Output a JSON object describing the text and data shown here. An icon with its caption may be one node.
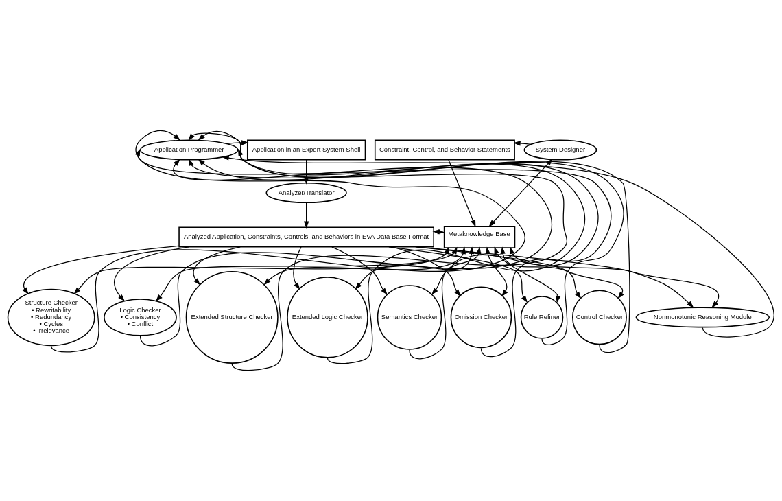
{
  "diagram": {
    "nodes": [
      {
        "text": [
          "Application Programmer"
        ]
      },
      {
        "text": [
          "Application in an Expert System Shell"
        ]
      },
      {
        "text": [
          "Constraint, Control, and Behavior Statements"
        ]
      },
      {
        "text": [
          "System Designer"
        ]
      },
      {
        "text": [
          "Analyzer/Translator"
        ]
      },
      {
        "text": [
          "Analyzed Application, Constraints, Controls, and Behaviors in EVA Data Base Format"
        ]
      },
      {
        "text": [
          "Metaknowledge Base"
        ]
      },
      {
        "text": [
          "Structure Checker",
          "• Rewritability",
          "• Redundancy",
          "• Cycles",
          "• Irrelevance"
        ]
      },
      {
        "text": [
          "Logic Checker",
          "• Consistency",
          "• Conflict"
        ]
      },
      {
        "text": [
          "Extended Structure Checker"
        ]
      },
      {
        "text": [
          "Extended Logic Checker"
        ]
      },
      {
        "text": [
          "Semantics Checker"
        ]
      },
      {
        "text": [
          "Omission Checker"
        ]
      },
      {
        "text": [
          "Rule Refiner"
        ]
      },
      {
        "text": [
          "Control Checker"
        ]
      },
      {
        "text": [
          "Nonmonotonic Reasoning Module"
        ]
      }
    ],
    "edges": [
      {
        "from": 0,
        "to": 1,
        "arrow": "to"
      },
      {
        "from": 3,
        "to": 2,
        "arrow": "to"
      },
      {
        "from": 1,
        "to": 4,
        "arrow": "to"
      },
      {
        "from": 4,
        "to": 5,
        "arrow": "to"
      },
      {
        "from": 2,
        "to": 6,
        "arrow": "to"
      },
      {
        "from": 6,
        "to": 3,
        "arrow": "both"
      },
      {
        "from": 5,
        "to": 6,
        "arrow": "both"
      },
      {
        "from": 5,
        "to": 7,
        "arrow": "to"
      },
      {
        "from": 5,
        "to": 8,
        "arrow": "to"
      },
      {
        "from": 5,
        "to": 9,
        "arrow": "to"
      },
      {
        "from": 5,
        "to": 10,
        "arrow": "to"
      },
      {
        "from": 5,
        "to": 11,
        "arrow": "to"
      },
      {
        "from": 5,
        "to": 12,
        "arrow": "to"
      },
      {
        "from": 5,
        "to": 13,
        "arrow": "to"
      },
      {
        "from": 5,
        "to": 14,
        "arrow": "to"
      },
      {
        "from": 5,
        "to": 15,
        "arrow": "to"
      },
      {
        "from": 6,
        "to": 7,
        "arrow": "both"
      },
      {
        "from": 6,
        "to": 8,
        "arrow": "both"
      },
      {
        "from": 6,
        "to": 9,
        "arrow": "both"
      },
      {
        "from": 6,
        "to": 10,
        "arrow": "both"
      },
      {
        "from": 6,
        "to": 11,
        "arrow": "both"
      },
      {
        "from": 6,
        "to": 12,
        "arrow": "both"
      },
      {
        "from": 6,
        "to": 13,
        "arrow": "both"
      },
      {
        "from": 6,
        "to": 14,
        "arrow": "both"
      },
      {
        "from": 6,
        "to": 15,
        "arrow": "both"
      },
      {
        "from": 7,
        "to": 0,
        "arrow": "to"
      },
      {
        "from": 8,
        "to": 0,
        "arrow": "to"
      },
      {
        "from": 9,
        "to": 0,
        "arrow": "to"
      },
      {
        "from": 10,
        "to": 0,
        "arrow": "to"
      },
      {
        "from": 11,
        "to": 0,
        "arrow": "to"
      },
      {
        "from": 12,
        "to": 0,
        "arrow": "to"
      },
      {
        "from": 13,
        "to": 0,
        "arrow": "to"
      },
      {
        "from": 14,
        "to": 0,
        "arrow": "to"
      },
      {
        "from": 15,
        "to": 0,
        "arrow": "to"
      }
    ]
  }
}
